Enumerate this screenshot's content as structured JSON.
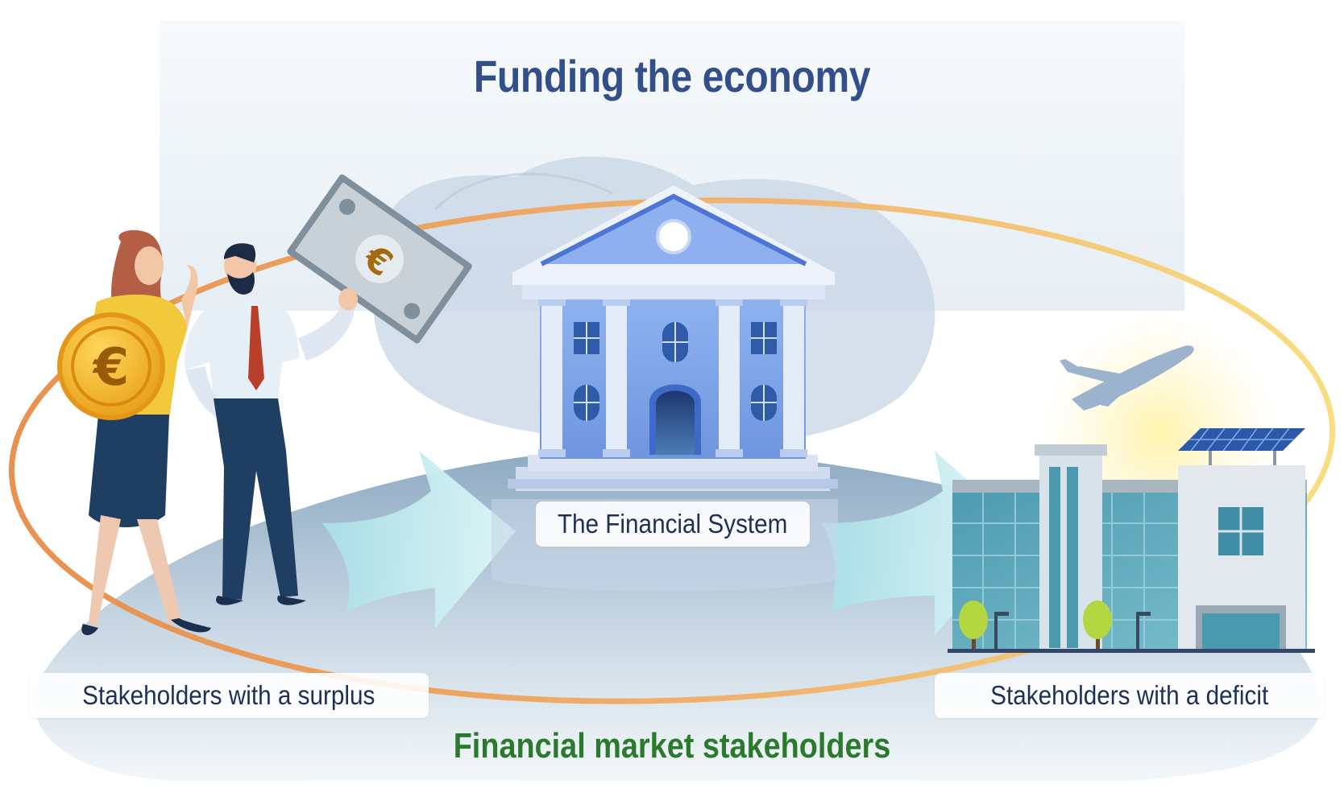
{
  "title": "Funding the economy",
  "subtitle": "Financial market stakeholders",
  "nodes": {
    "surplus": {
      "label": "Stakeholders with a surplus"
    },
    "financial_system": {
      "label": "The Financial System"
    },
    "deficit": {
      "label": "Stakeholders with a deficit"
    }
  },
  "colors": {
    "title": "#324f8a",
    "subtitle": "#2a7a2c",
    "label_text": "#1f2f55",
    "orbit_start": "#e88b45",
    "orbit_end": "#f7dc7a",
    "bank": "#6f9ae6",
    "arrow": "#bfeef0"
  },
  "icons": {
    "woman": "woman-holding-euro-coin-icon",
    "man": "man-holding-euro-banknote-icon",
    "bank": "bank-building-icon",
    "buildings": "office-buildings-icon",
    "plane": "airplane-icon",
    "solar": "solar-panel-icon",
    "euro": "euro-sign-icon"
  }
}
